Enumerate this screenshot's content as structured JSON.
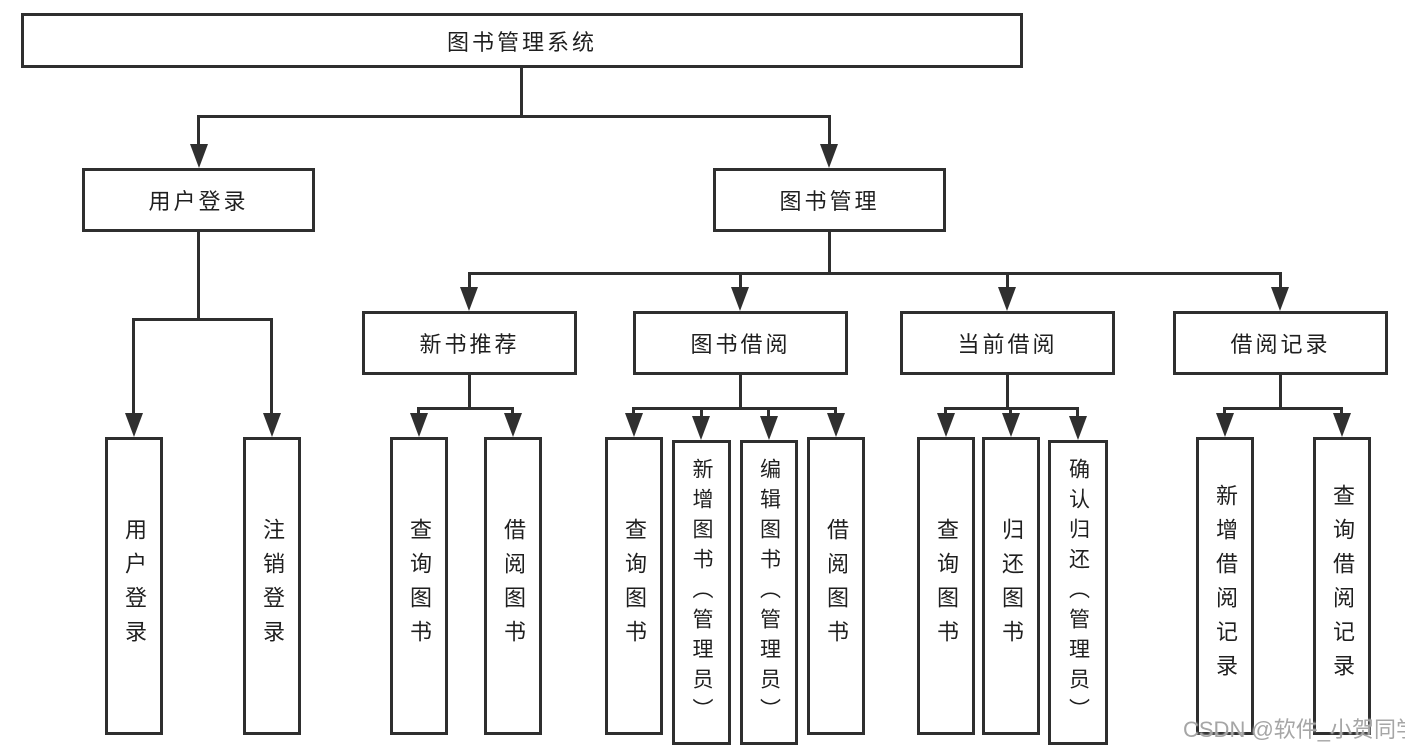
{
  "nodes": {
    "root": "图书管理系统",
    "level2": [
      "用户登录",
      "图书管理"
    ],
    "level3": [
      "新书推荐",
      "图书借阅",
      "当前借阅",
      "借阅记录"
    ],
    "leaves": [
      "用户登录",
      "注销登录",
      "查询图书",
      "借阅图书",
      "查询图书",
      "新增图书（管理员）",
      "编辑图书（管理员）",
      "借阅图书",
      "查询图书",
      "归还图书",
      "确认归还（管理员）",
      "新增借阅记录",
      "查询借阅记录"
    ]
  },
  "structure": {
    "图书管理系统": [
      "用户登录",
      "图书管理"
    ],
    "用户登录": [
      "用户登录",
      "注销登录"
    ],
    "图书管理": [
      "新书推荐",
      "图书借阅",
      "当前借阅",
      "借阅记录"
    ],
    "新书推荐": [
      "查询图书",
      "借阅图书"
    ],
    "图书借阅": [
      "查询图书",
      "新增图书（管理员）",
      "编辑图书（管理员）",
      "借阅图书"
    ],
    "当前借阅": [
      "查询图书",
      "归还图书",
      "确认归还（管理员）"
    ],
    "借阅记录": [
      "新增借阅记录",
      "查询借阅记录"
    ]
  },
  "watermark": "CSDN @软件_小贺同学",
  "colors": {
    "line": "#2f2f2f",
    "text": "#1f1f1f",
    "watermark": "#a6a6a6",
    "background": "#ffffff"
  }
}
